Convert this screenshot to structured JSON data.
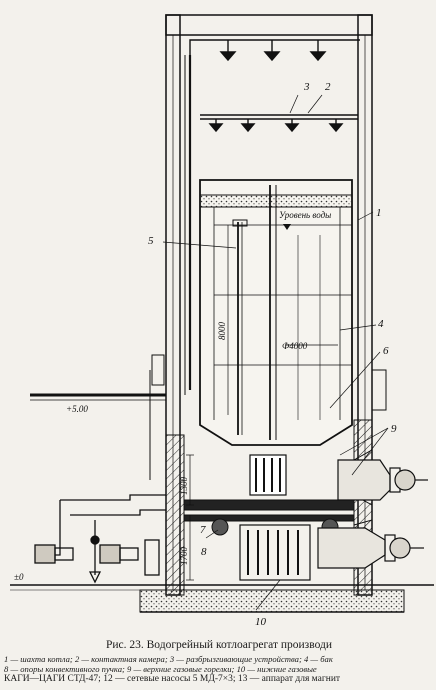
{
  "labels": {
    "n1": "1",
    "n2": "2",
    "n3": "3",
    "n4": "4",
    "n5": "5",
    "n6": "6",
    "n7": "7",
    "n8": "8",
    "n9": "9",
    "n10": "10",
    "water_level": "Уровень воды",
    "diameter": "Ф4000",
    "dim_8000": "8000",
    "dim_1300": "1300",
    "dim_1700": "1700",
    "elev_500": "+5.00",
    "elev_0": "±0"
  },
  "caption": {
    "title": "Рис. 23. Водогрейный котлоагрегат производи",
    "line1": "1 — шахта котла; 2 — контактная камера; 3 — разбрызгивающие устройства; 4 — бак",
    "line2": "8 — опоры конвективного пучка; 9 — верхние газовые горелки; 10 — нижние газовые",
    "line3": "КАГИ—ЦАГИ СТД-47; 12 — сетевые насосы 5 МД-7×3; 13 — аппарат для магнит"
  }
}
